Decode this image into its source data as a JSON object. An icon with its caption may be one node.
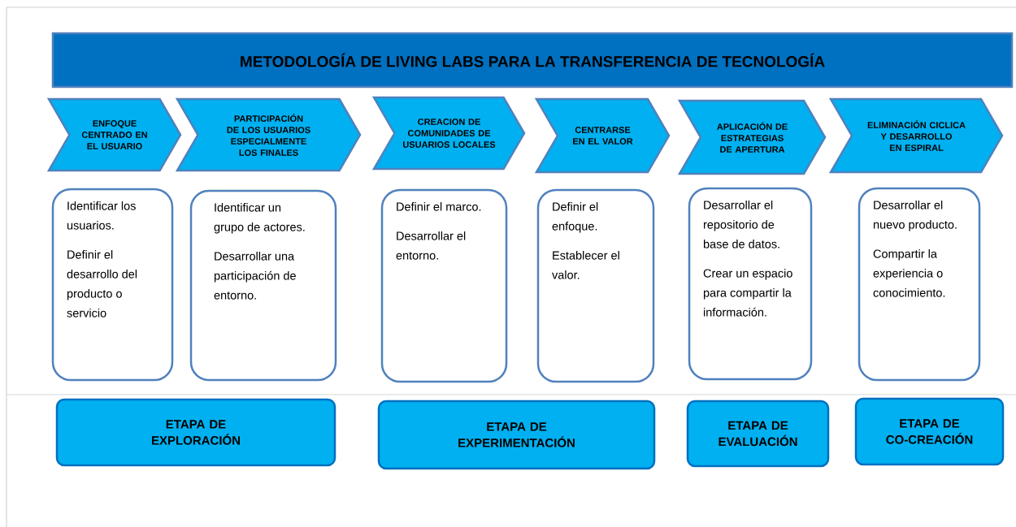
{
  "diagram": {
    "title": "METODOLOGÍA  DE LIVING LABS PARA LA TRANSFERENCIA DE TECNOLOGÍA",
    "nodes": [
      {
        "text": [
          "ENFOQUE CENTRADO EN EL USUARIO"
        ]
      },
      {
        "text": [
          "PARTICIPACIÓN DE LOS USUARIOS ESPECIALMENTE LOS FINALES"
        ]
      },
      {
        "text": [
          "CREACION  DE COMUNIDADES DE USUARIOS LOCALES"
        ]
      },
      {
        "text": [
          "CENTRARSE EN EL VALOR"
        ]
      },
      {
        "text": [
          "APLICACIÓN  DE ESTRATEGIAS DE APERTURA"
        ]
      },
      {
        "text": [
          "ELIMINACIÓN  CICLICA Y DESARROLLO EN ESPIRAL"
        ]
      },
      {
        "text": [
          "Identificar los usuarios.",
          "Definir el desarrollo del producto o servicio"
        ]
      },
      {
        "text": [
          "Identificar un grupo de actores.",
          "Desarrollar una participación de entorno."
        ]
      },
      {
        "text": [
          "Definir el marco.",
          "Desarrollar el entorno."
        ]
      },
      {
        "text": [
          "Definir el enfoque.",
          "Establecer el valor."
        ]
      },
      {
        "text": [
          "Desarrollar el repositorio de base de datos.",
          "Crear un espacio para compartir la información."
        ]
      },
      {
        "text": [
          "Desarrollar  el nuevo producto.",
          "Compartir la experiencia o conocimiento."
        ]
      },
      {
        "text": [
          "ETAPA DE EXPLORACIÓN"
        ]
      },
      {
        "text": [
          "ETAPA DE EXPERIMENTACIÓN"
        ]
      },
      {
        "text": [
          "ETAPA DE EVALUACIÓN"
        ]
      },
      {
        "text": [
          "ETAPA DE CO-CREACIÓN"
        ]
      }
    ]
  }
}
